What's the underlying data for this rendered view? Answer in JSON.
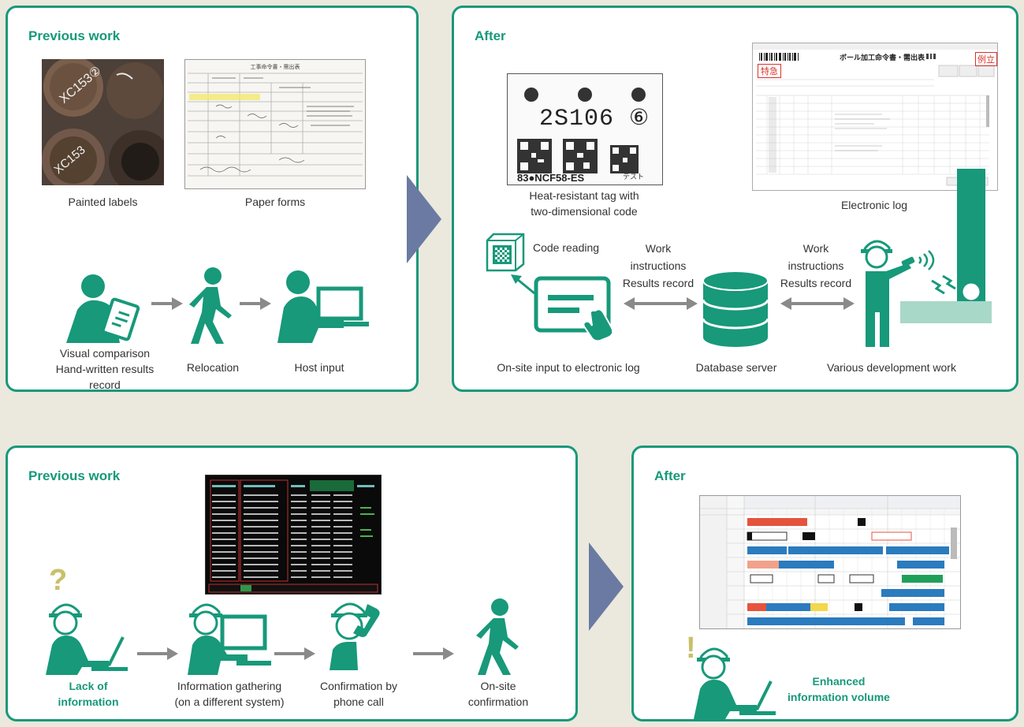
{
  "panel_top_left": {
    "title": "Previous work",
    "photo_caption": "Painted labels",
    "form_caption": "Paper forms",
    "flow": {
      "step1_line1": "Visual comparison",
      "step1_line2": "Hand-written results",
      "step1_line3": "record",
      "step2": "Relocation",
      "step3": "Host input"
    }
  },
  "panel_top_right": {
    "title": "After",
    "tag": {
      "code": "2S106",
      "circled": "⑥",
      "serial": "83●NCF58-ES",
      "qr_note": "テスト",
      "caption_line1": "Heat-resistant tag with",
      "caption_line2": "two-dimensional code"
    },
    "elog": {
      "caption": "Electronic log",
      "window_title": "ボール加工命令書・需出表",
      "badge_left": "特急",
      "badge_right": "例立"
    },
    "flow": {
      "code_reading": "Code reading",
      "left_arrow_line1": "Work",
      "left_arrow_line2": "instructions",
      "left_arrow_line3": "Results record",
      "right_arrow_line1": "Work",
      "right_arrow_line2": "instructions",
      "right_arrow_line3": "Results record",
      "tablet_label": "On-site input to electronic log",
      "db_label": "Database server",
      "worker_label": "Various development work"
    }
  },
  "panel_bottom_left": {
    "title": "Previous work",
    "q_mark": "?",
    "flow": {
      "step1_line1": "Lack of",
      "step1_line2": "information",
      "step2_line1": "Information gathering",
      "step2_line2": "(on a different system)",
      "step3_line1": "Confirmation by",
      "step3_line2": "phone call",
      "step4_line1": "On-site",
      "step4_line2": "confirmation"
    }
  },
  "panel_bottom_right": {
    "title": "After",
    "excl_mark": "!",
    "label_line1": "Enhanced",
    "label_line2": "information volume"
  },
  "colors": {
    "accent": "#17997a",
    "border": "#17997a",
    "chevron": "#6a7aa2",
    "arrow": "#8a8a8a",
    "machine_base": "#a8d8c8",
    "question_mark": "#c9c06a"
  }
}
